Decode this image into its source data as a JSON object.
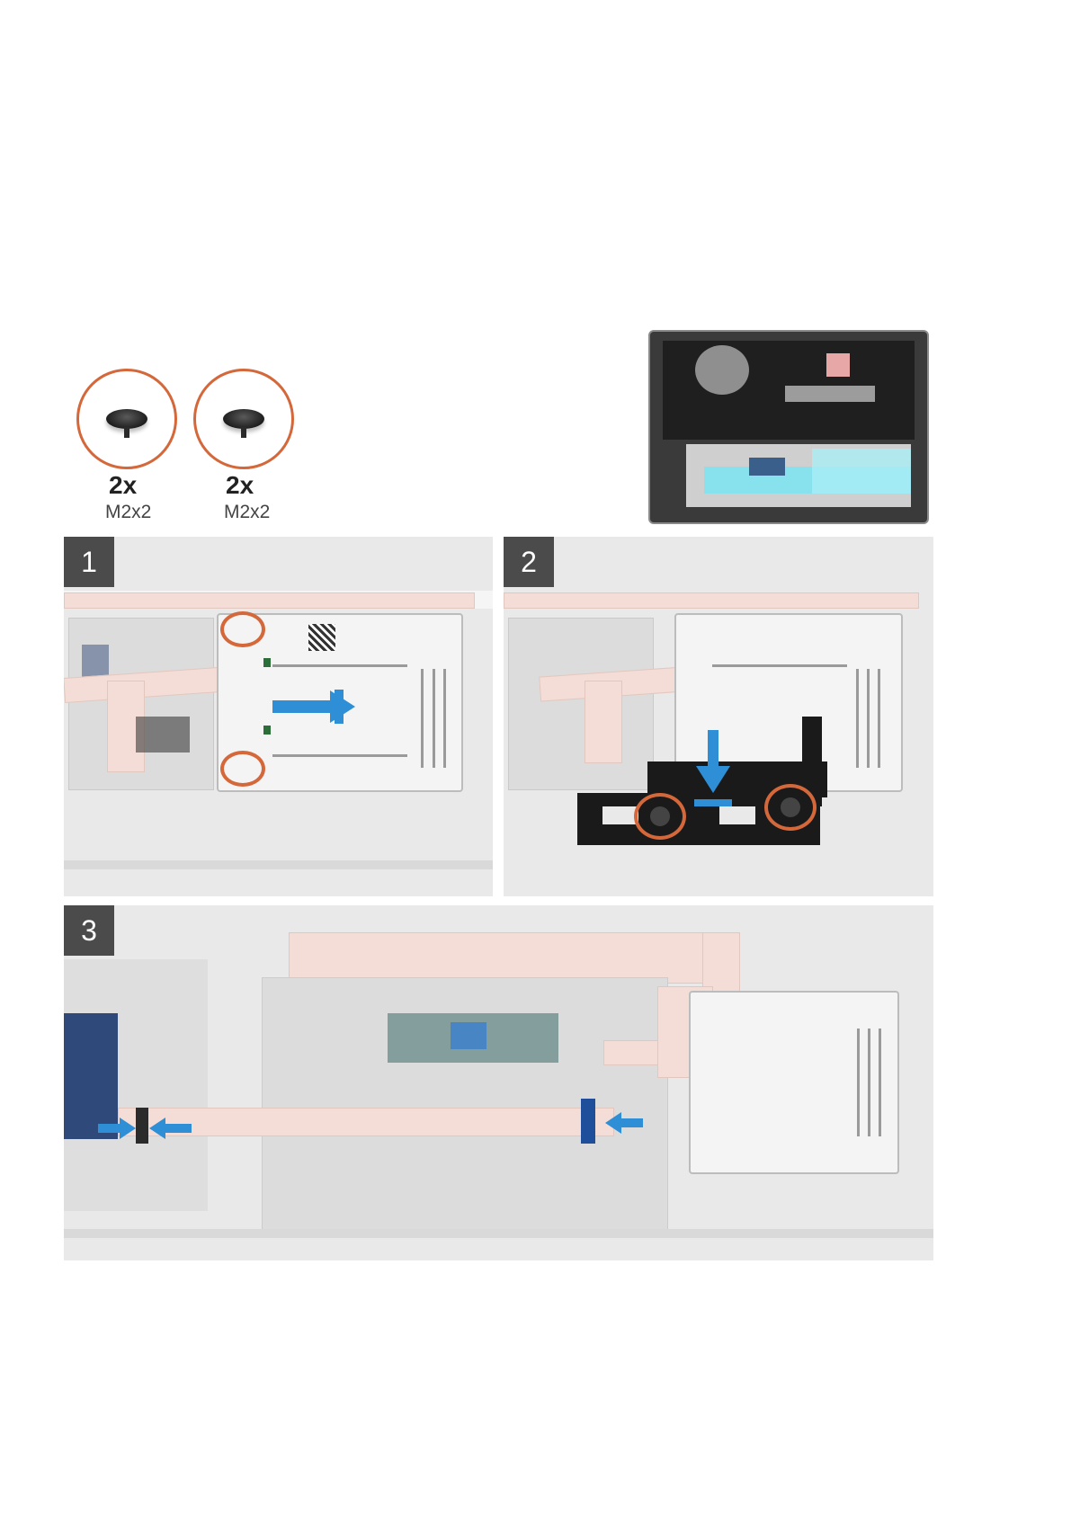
{
  "screws": [
    {
      "qty": "2x",
      "size": "M2x2",
      "icon": "screw-icon"
    },
    {
      "qty": "2x",
      "size": "M2x2",
      "icon": "screw-icon"
    }
  ],
  "steps": [
    {
      "number": "1"
    },
    {
      "number": "2"
    },
    {
      "number": "3"
    }
  ],
  "colors": {
    "callout_ring": "#d4683a",
    "arrow": "#2f8fd6",
    "step_badge": "#4b4b4b",
    "highlight": "#7fe3f0"
  }
}
